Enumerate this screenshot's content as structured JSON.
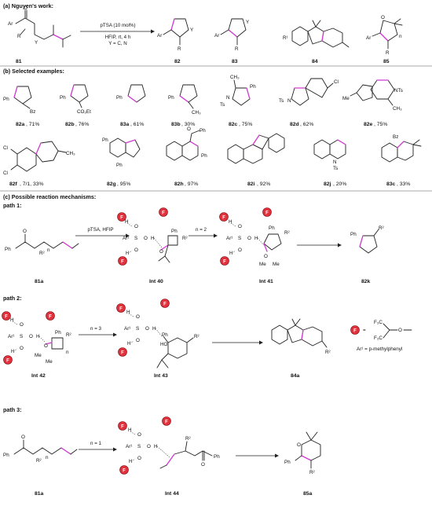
{
  "sections": {
    "a": "(a) Nguyen's work:",
    "b": "(b) Selected examples:",
    "c": "(c) Possible reaction mechanisms:"
  },
  "conditions_a": {
    "line1": "pTSA (10 mol%)",
    "line2": "HFIP, rt, 4 h",
    "line3": "Y = C, N"
  },
  "compounds_a": [
    "81",
    "82",
    "83",
    "84",
    "85"
  ],
  "examples": [
    {
      "id": "82a",
      "yield": ", 71%"
    },
    {
      "id": "82b",
      "yield": ", 76%"
    },
    {
      "id": "83a",
      "yield": ", 61%"
    },
    {
      "id": "83b",
      "yield": ", 30%"
    },
    {
      "id": "82c",
      "yield": ", 75%"
    },
    {
      "id": "82d",
      "yield": ", 62%"
    },
    {
      "id": "82e",
      "yield": ", 75%"
    },
    {
      "id": "82f",
      "yield": ", 7/1, 33%"
    },
    {
      "id": "82g",
      "yield": ", 95%"
    },
    {
      "id": "82h",
      "yield": ", 97%"
    },
    {
      "id": "82i",
      "yield": ", 92%"
    },
    {
      "id": "82j",
      "yield": ", 20%"
    },
    {
      "id": "83c",
      "yield": ", 33%"
    }
  ],
  "paths": {
    "p1": "path 1:",
    "p2": "path 2:",
    "p3": "path 3:"
  },
  "mech": {
    "reagent1": "pTSA, HFIP",
    "n2": "n = 2",
    "n3": "n = 3",
    "n1": "n = 1",
    "c81a": "81a",
    "int40": "Int 40",
    "int41": "Int 41",
    "c82k": "82k",
    "int42": "Int 42",
    "int43": "Int 43",
    "c84a": "84a",
    "int44": "Int 44",
    "c85a": "85a"
  },
  "legend": {
    "eq": "=",
    "ar_def": "Ar¹ = p-methylphenyl",
    "f_label": "F"
  },
  "atoms": {
    "Ph": "Ph",
    "Bz": "Bz",
    "CO2Et": "CO₂Et",
    "Ts": "Ts",
    "NTs": "NTs",
    "N": "N",
    "Me": "Me",
    "Cl": "Cl",
    "Y": "Y",
    "R": "R",
    "Ar": "Ar",
    "O": "O",
    "H": "H",
    "S": "S",
    "R2": "R²",
    "R1": "R¹",
    "Ar1": "Ar¹",
    "CH3": "CH₃",
    "HO": "HO",
    "F3C": "F₃C",
    "n": "n"
  },
  "colors": {
    "highlight": "#d23ad2",
    "fluoro_ball": "#e0313c"
  }
}
